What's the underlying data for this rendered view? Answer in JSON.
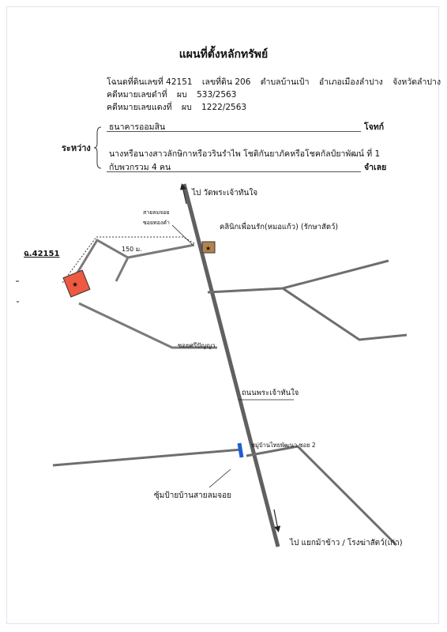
{
  "document": {
    "title": "แผนที่ตั้งหลักทรัพย์",
    "deed_line": [
      "โฉนดที่ดินเลขที่ 42151",
      "เลขที่ดิน 206",
      "ตำบลบ้านเป้า",
      "อำเภอเมืองลำปาง",
      "จังหวัดลำปาง"
    ],
    "black_case_label": "คดีหมายเลขดำที่",
    "black_case_prefix": "ผบ",
    "black_case_number": "533/2563",
    "red_case_label": "คดีหมายเลขแดงที่",
    "red_case_prefix": "ผบ",
    "red_case_number": "1222/2563",
    "between_label": "ระหว่าง",
    "plaintiff_name": "ธนาคารออมสิน",
    "plaintiff_role": "โจทก์",
    "defendant_line1": "นางหรือนางสาวลักษิกาหรือวรินรำไพ  โชติกันยาภัคหรือโชคกัลป์ยาพัฒน์  ที่ 1",
    "defendant_line2": "กับพวกรวม  4  คน",
    "defendant_role": "จำเลย"
  },
  "map": {
    "to_north": "ไป  วัดพระเจ้าทันใจ",
    "to_south": "ไป  แยกม้าข้าว / โรงฆ่าสัตว์(เก่า)",
    "lane_name_line1": "สายลมจอย",
    "lane_name_line2": "ซอยทองคำ",
    "distance": "150 ม.",
    "parcel_label": "ฉ.42151",
    "clinic": "คลินิกเพื่อนรัก(หมอแก้ว) (รักษาสัตว์)",
    "soi_label": "ซอยศรีปัญญา",
    "main_road": "ถนนพระเจ้าทันใจ",
    "village_soi": "หมู่บ้านไทยพัฒนา ซอย 2",
    "arch": "ซุ้มป้ายบ้านสายลมจอย",
    "colors": {
      "parcel": "#ee5a40",
      "clinic": "#b4844c",
      "arch": "#1f5fd0",
      "road": "#606060"
    }
  }
}
